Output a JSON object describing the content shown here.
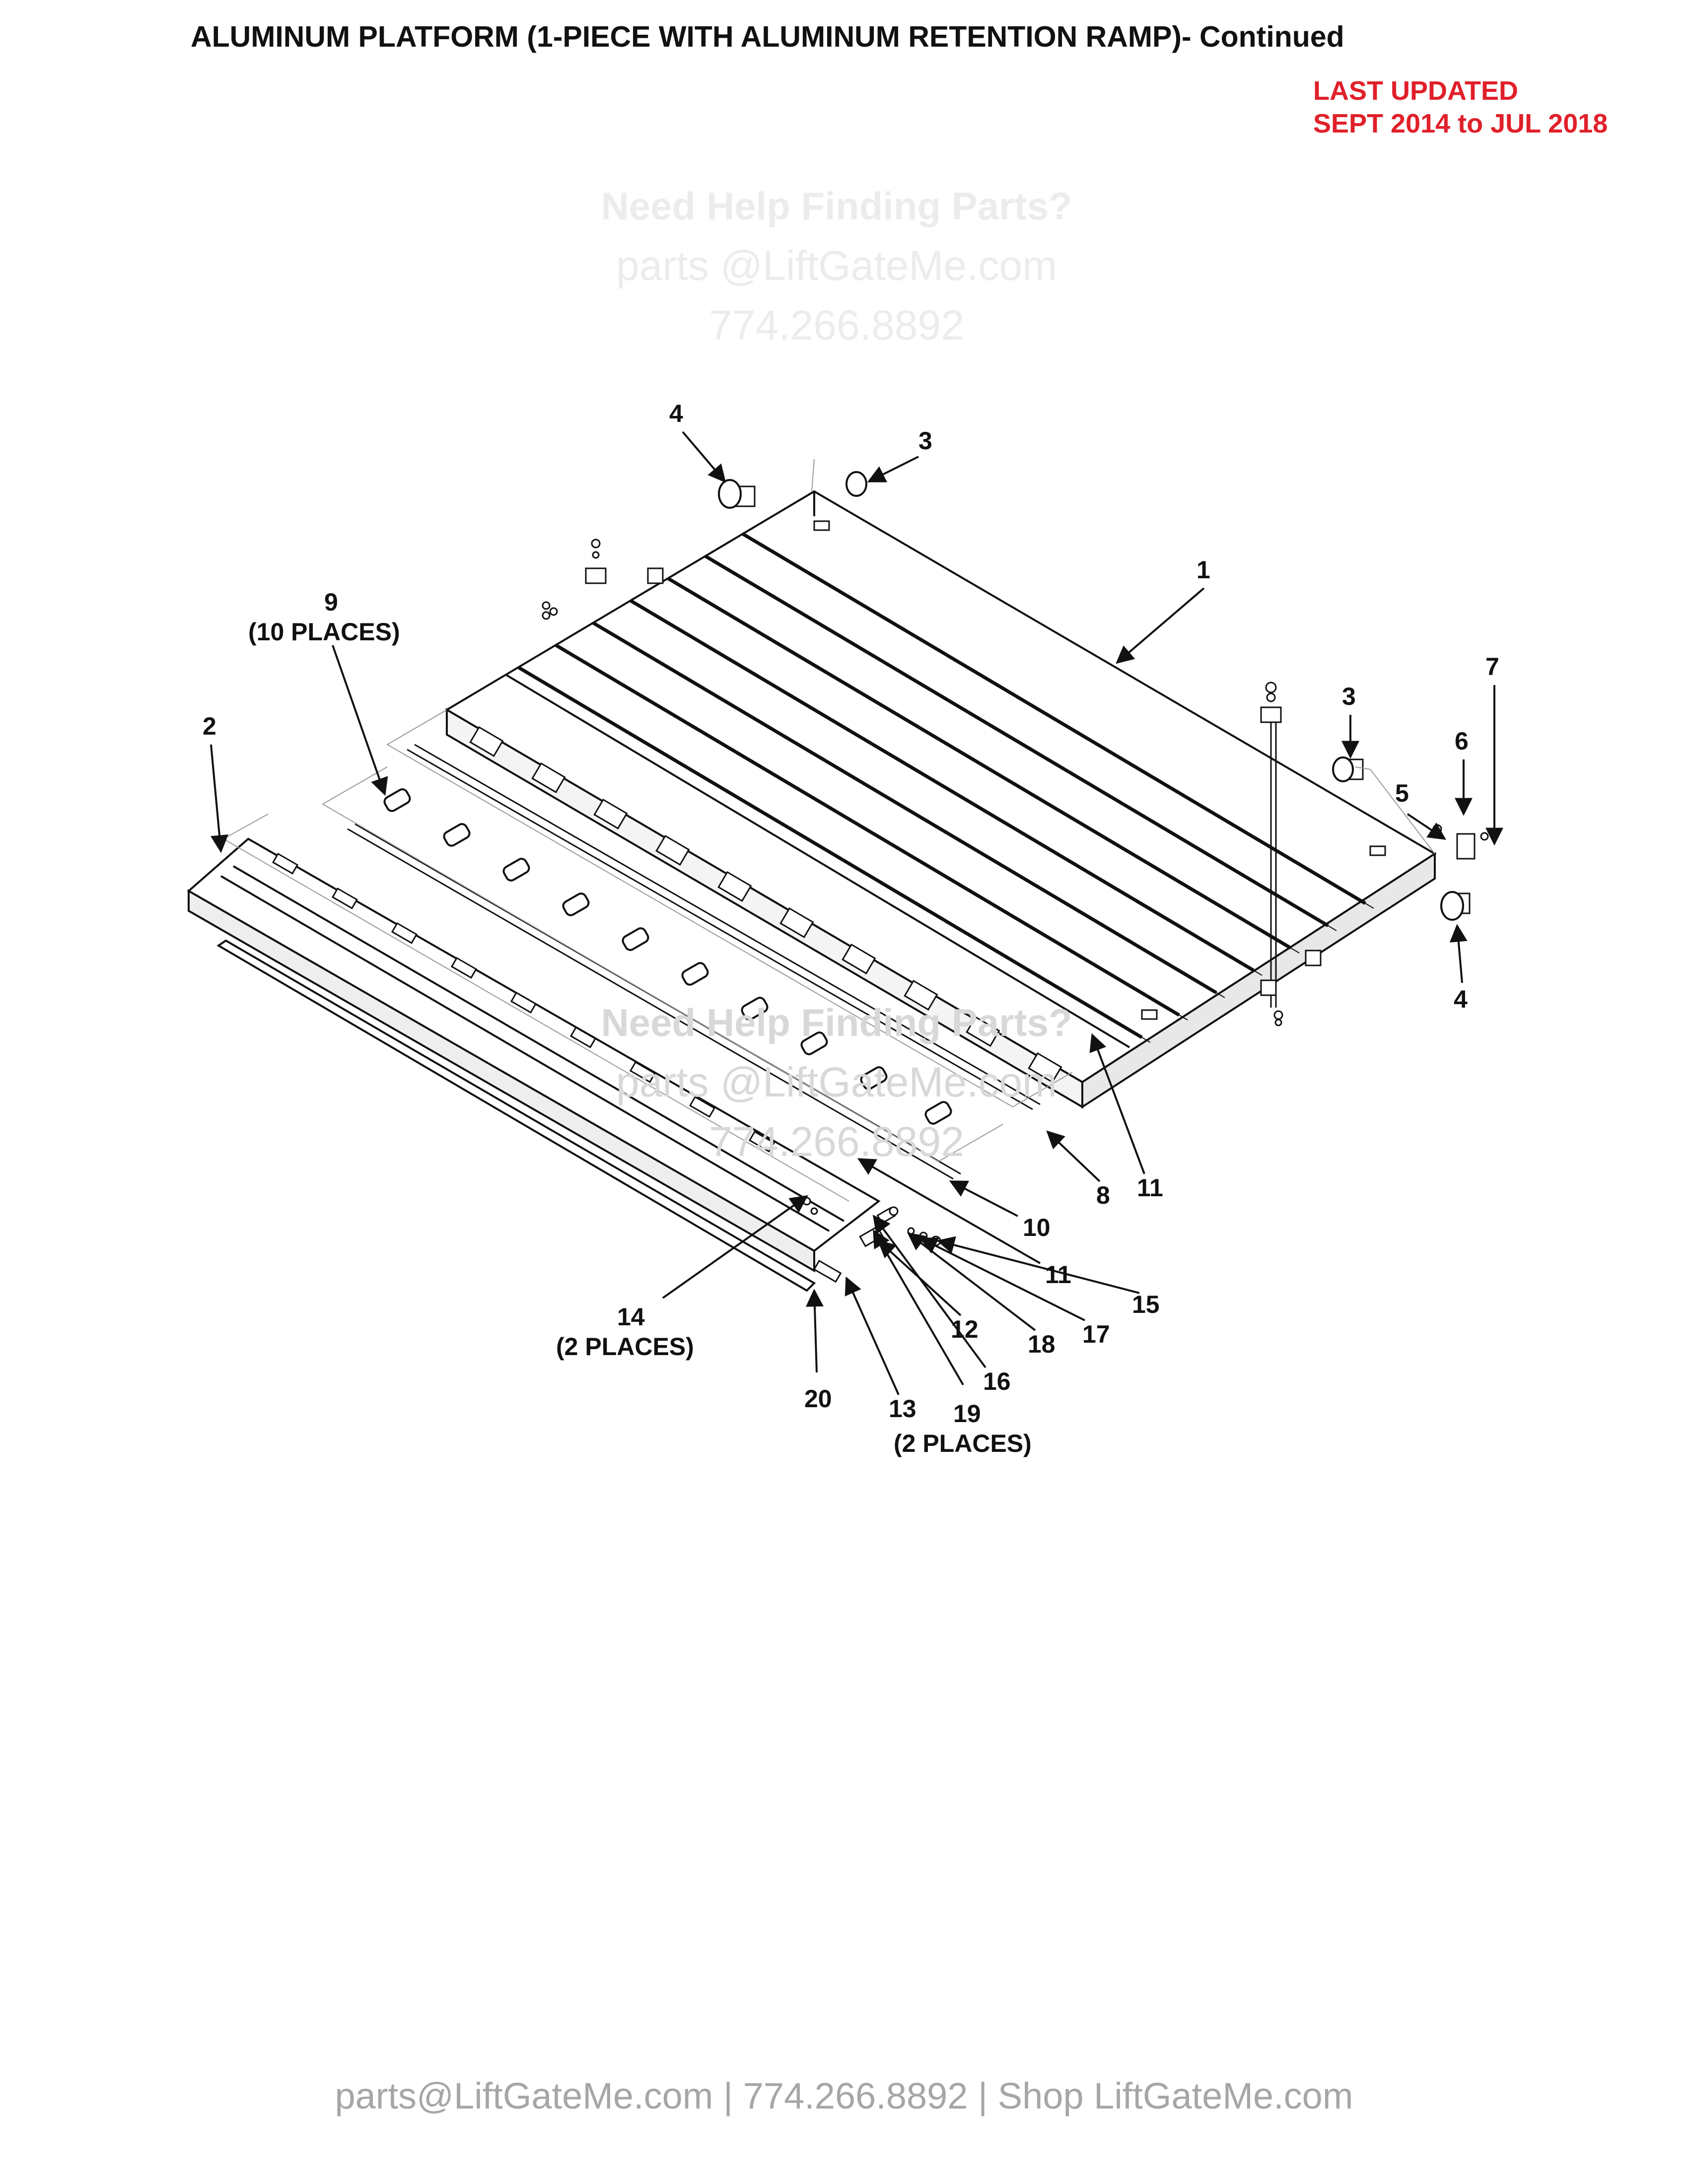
{
  "title": "ALUMINUM PLATFORM (1-PIECE WITH ALUMINUM RETENTION RAMP)- Continued",
  "last_updated": {
    "line1": "LAST UPDATED",
    "line2": "SEPT 2014 to JUL 2018",
    "color": "#e0202a"
  },
  "watermark": {
    "line1": "Need Help Finding Parts?",
    "line2": "parts @LiftGateMe.com",
    "line3": "774.266.8892"
  },
  "callouts": {
    "c1": "1",
    "c2": "2",
    "c3a": "3",
    "c3b": "3",
    "c4a": "4",
    "c4b": "4",
    "c5": "5",
    "c6": "6",
    "c7": "7",
    "c8": "8",
    "c9": "9",
    "c9_note": "(10 PLACES)",
    "c10": "10",
    "c11a": "11",
    "c11b": "11",
    "c12": "12",
    "c13": "13",
    "c14": "14",
    "c14_note": "(2 PLACES)",
    "c15": "15",
    "c16": "16",
    "c17": "17",
    "c18": "18",
    "c19": "19",
    "c19_note": "(2 PLACES)",
    "c20": "20"
  },
  "footer": "parts@LiftGateMe.com | 774.266.8892 | Shop LiftGateMe.com"
}
